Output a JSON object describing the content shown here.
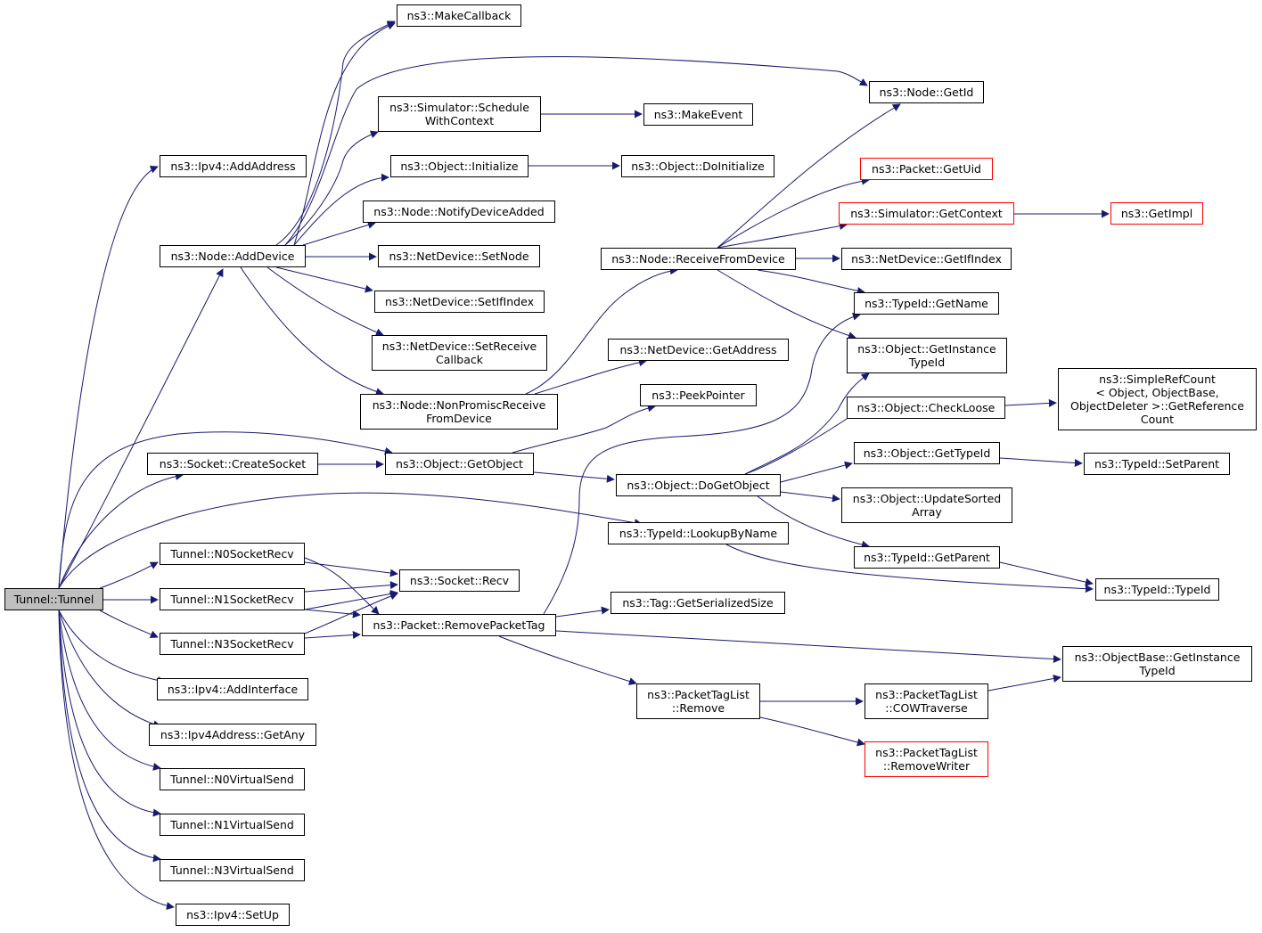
{
  "colors": {
    "edge": "#191970",
    "box_border": "#000000",
    "truncated_border": "#ff0000",
    "root_fill": "#bfbfbf"
  },
  "nodes": {
    "tunnel": "Tunnel::Tunnel",
    "ipv4_addaddress": "ns3::Ipv4::AddAddress",
    "node_adddevice": "ns3::Node::AddDevice",
    "socket_createsocket": "ns3::Socket::CreateSocket",
    "n0socketrecv": "Tunnel::N0SocketRecv",
    "n1socketrecv": "Tunnel::N1SocketRecv",
    "n3socketrecv": "Tunnel::N3SocketRecv",
    "ipv4_addinterface": "ns3::Ipv4::AddInterface",
    "ipv4address_getany": "ns3::Ipv4Address::GetAny",
    "n0virtualsend": "Tunnel::N0VirtualSend",
    "n1virtualsend": "Tunnel::N1VirtualSend",
    "n3virtualsend": "Tunnel::N3VirtualSend",
    "ipv4_setup": "ns3::Ipv4::SetUp",
    "makecallback": "ns3::MakeCallback",
    "simulator_schedule": "ns3::Simulator::Schedule\nWithContext",
    "object_initialize": "ns3::Object::Initialize",
    "node_notifydeviceadded": "ns3::Node::NotifyDeviceAdded",
    "netdevice_setnode": "ns3::NetDevice::SetNode",
    "netdevice_setifindex": "ns3::NetDevice::SetIfIndex",
    "netdevice_setreceivecallback": "ns3::NetDevice::SetReceive\nCallback",
    "node_nonpromisc": "ns3::Node::NonPromiscReceive\nFromDevice",
    "object_getobject": "ns3::Object::GetObject",
    "socket_recv": "ns3::Socket::Recv",
    "packet_removepackettag": "ns3::Packet::RemovePacketTag",
    "makeevent": "ns3::MakeEvent",
    "object_doinitialize": "ns3::Object::DoInitialize",
    "node_receivefromdevice": "ns3::Node::ReceiveFromDevice",
    "netdevice_getaddress": "ns3::NetDevice::GetAddress",
    "peekpointer": "ns3::PeekPointer",
    "object_dogetobject": "ns3::Object::DoGetObject",
    "typeid_lookupbyname": "ns3::TypeId::LookupByName",
    "tag_getserializedsize": "ns3::Tag::GetSerializedSize",
    "packettaglist_remove": "ns3::PacketTagList\n::Remove",
    "node_getid": "ns3::Node::GetId",
    "packet_getuid": "ns3::Packet::GetUid",
    "simulator_getcontext": "ns3::Simulator::GetContext",
    "netdevice_getifindex": "ns3::NetDevice::GetIfIndex",
    "typeid_getname": "ns3::TypeId::GetName",
    "object_getinstancetypeid": "ns3::Object::GetInstance\nTypeId",
    "object_checkloose": "ns3::Object::CheckLoose",
    "object_gettypeid": "ns3::Object::GetTypeId",
    "object_updatesortedarray": "ns3::Object::UpdateSorted\nArray",
    "typeid_getparent": "ns3::TypeId::GetParent",
    "packettaglist_cowtraverse": "ns3::PacketTagList\n::COWTraverse",
    "packettaglist_removewriter": "ns3::PacketTagList\n::RemoveWriter",
    "getimpl": "ns3::GetImpl",
    "simplerefcount_getreferencecount": "ns3::SimpleRefCount\n< Object, ObjectBase,\n ObjectDeleter >::GetReference\nCount",
    "typeid_setparent": "ns3::TypeId::SetParent",
    "typeid_typeid": "ns3::TypeId::TypeId",
    "objectbase_getinstancetypeid": "ns3::ObjectBase::GetInstance\nTypeId"
  }
}
